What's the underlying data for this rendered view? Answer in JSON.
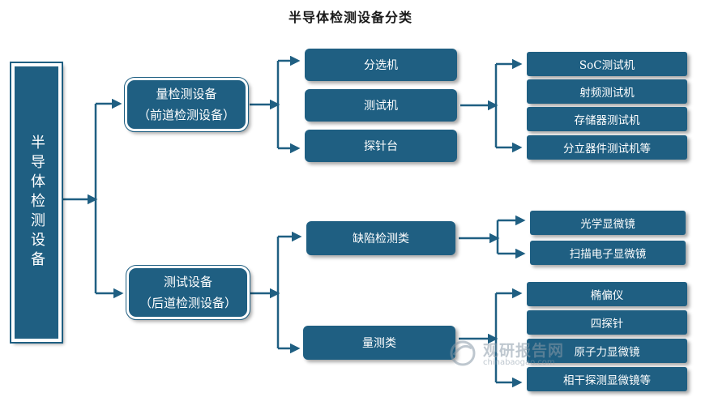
{
  "title": "半导体检测设备分类",
  "root": "半导体检测设备",
  "front": {
    "line1": "量检测设备",
    "line2": "（前道检测设备）",
    "children": [
      "分选机",
      "测试机",
      "探针台"
    ],
    "tester_children": [
      "SoC测试机",
      "射频测试机",
      "存储器测试机",
      "分立器件测试机等"
    ]
  },
  "back": {
    "line1": "测试设备",
    "line2": "（后道检测设备）",
    "defect": {
      "label": "缺陷检测类",
      "children": [
        "光学显微镜",
        "扫描电子显微镜"
      ]
    },
    "measure": {
      "label": "量测类",
      "children": [
        "椭偏仪",
        "四探针",
        "原子力显微镜",
        "相干探测显微镜等"
      ]
    }
  },
  "watermark": {
    "text": "观研报告网",
    "url": "chinabaogao.com"
  },
  "colors": {
    "box": "#1f5f82",
    "line": "#1f5f82"
  }
}
